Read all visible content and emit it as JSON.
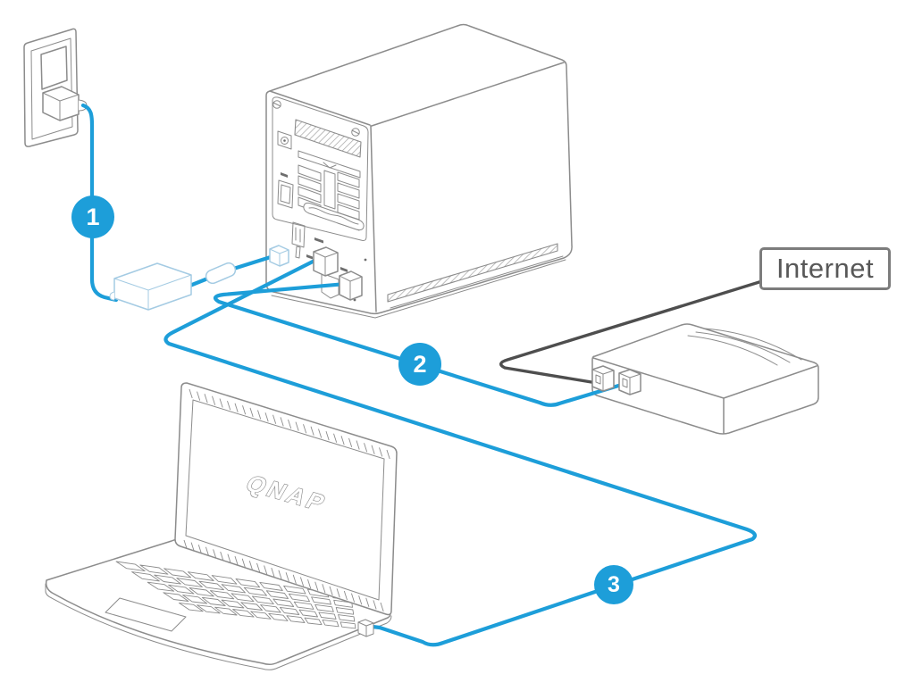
{
  "diagram": {
    "type": "hardware-connection-diagram",
    "internet_label": "Internet",
    "laptop_screen_logo": "QNAP",
    "steps": [
      {
        "number": "1",
        "cable": "power-cable-outlet-to-nas"
      },
      {
        "number": "2",
        "cable": "ethernet-cable-nas-to-router"
      },
      {
        "number": "3",
        "cable": "ethernet-cable-nas-to-computer"
      }
    ],
    "components": [
      "power-outlet",
      "power-adapter",
      "nas",
      "router",
      "laptop"
    ],
    "colors": {
      "cable_blue": "#1d9ed9",
      "cable_dark": "#4e4e4e",
      "outline_gray": "#8c8c8c",
      "adapter_outline": "#a4cbe3",
      "badge_fill": "#1d9ed9",
      "badge_text": "#ffffff",
      "label_text": "#585858",
      "label_border": "#7c7c7c"
    }
  }
}
